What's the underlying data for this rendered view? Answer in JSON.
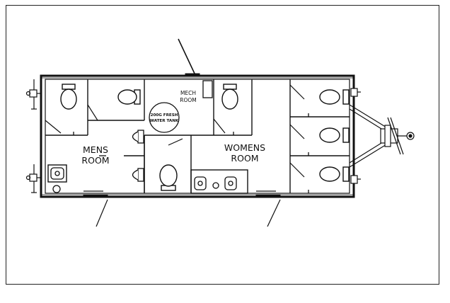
{
  "labels": {
    "mens_line1": "MENS",
    "mens_line2": "ROOM",
    "womens_line1": "WOMENS",
    "womens_line2": "ROOM",
    "mech_line1": "MECH",
    "mech_line2": "ROOM",
    "tank_line1": "200G FRESH",
    "tank_line2": "WATER TANK"
  }
}
